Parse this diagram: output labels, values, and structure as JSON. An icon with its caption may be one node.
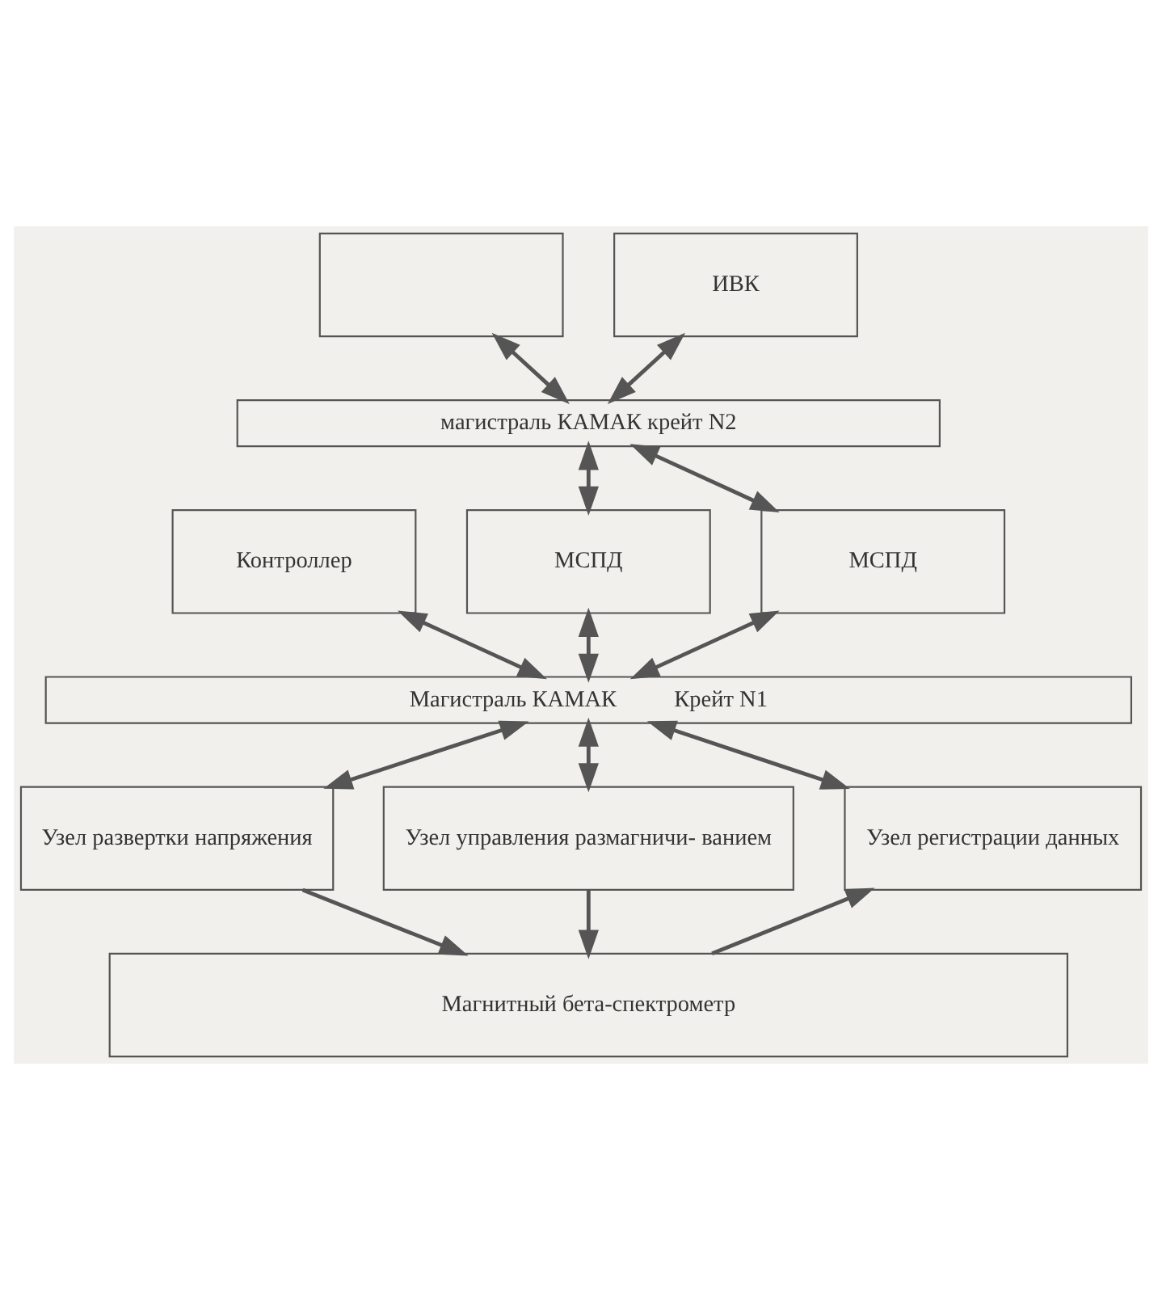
{
  "diagram": {
    "nodes": [
      {
        "text": [],
        "shape": "box"
      },
      {
        "text": [
          "ИВК"
        ]
      },
      {
        "text": [
          "магистраль КАМАК крейт N2"
        ]
      },
      {
        "text": [
          "Контроллер"
        ]
      },
      {
        "text": [
          "МСПД"
        ]
      },
      {
        "text": [
          "МСПД"
        ]
      },
      {
        "text": [
          "Магистраль КАМАК",
          "Крейт N1"
        ]
      },
      {
        "text": [
          "Узел развертки напряжения"
        ]
      },
      {
        "text": [
          "Узел управления размагничи- ванием"
        ]
      },
      {
        "text": [
          "Узел регистрации данных"
        ]
      },
      {
        "text": [
          "Магнитный бета-спектрометр"
        ]
      }
    ],
    "edges": [
      {
        "from": 0,
        "to": 2,
        "arrow": "both"
      },
      {
        "from": 1,
        "to": 2,
        "arrow": "both"
      },
      {
        "from": 2,
        "to": 4,
        "arrow": "both"
      },
      {
        "from": 2,
        "to": 5,
        "arrow": "both"
      },
      {
        "from": 3,
        "to": 6,
        "arrow": "both"
      },
      {
        "from": 4,
        "to": 6,
        "arrow": "both"
      },
      {
        "from": 5,
        "to": 6,
        "arrow": "both"
      },
      {
        "from": 6,
        "to": 7,
        "arrow": "both"
      },
      {
        "from": 6,
        "to": 8,
        "arrow": "both"
      },
      {
        "from": 6,
        "to": 9,
        "arrow": "both"
      },
      {
        "from": 7,
        "to": 10,
        "arrow": "to"
      },
      {
        "from": 8,
        "to": 10,
        "arrow": "to"
      },
      {
        "from": 10,
        "to": 9,
        "arrow": "to"
      }
    ]
  }
}
